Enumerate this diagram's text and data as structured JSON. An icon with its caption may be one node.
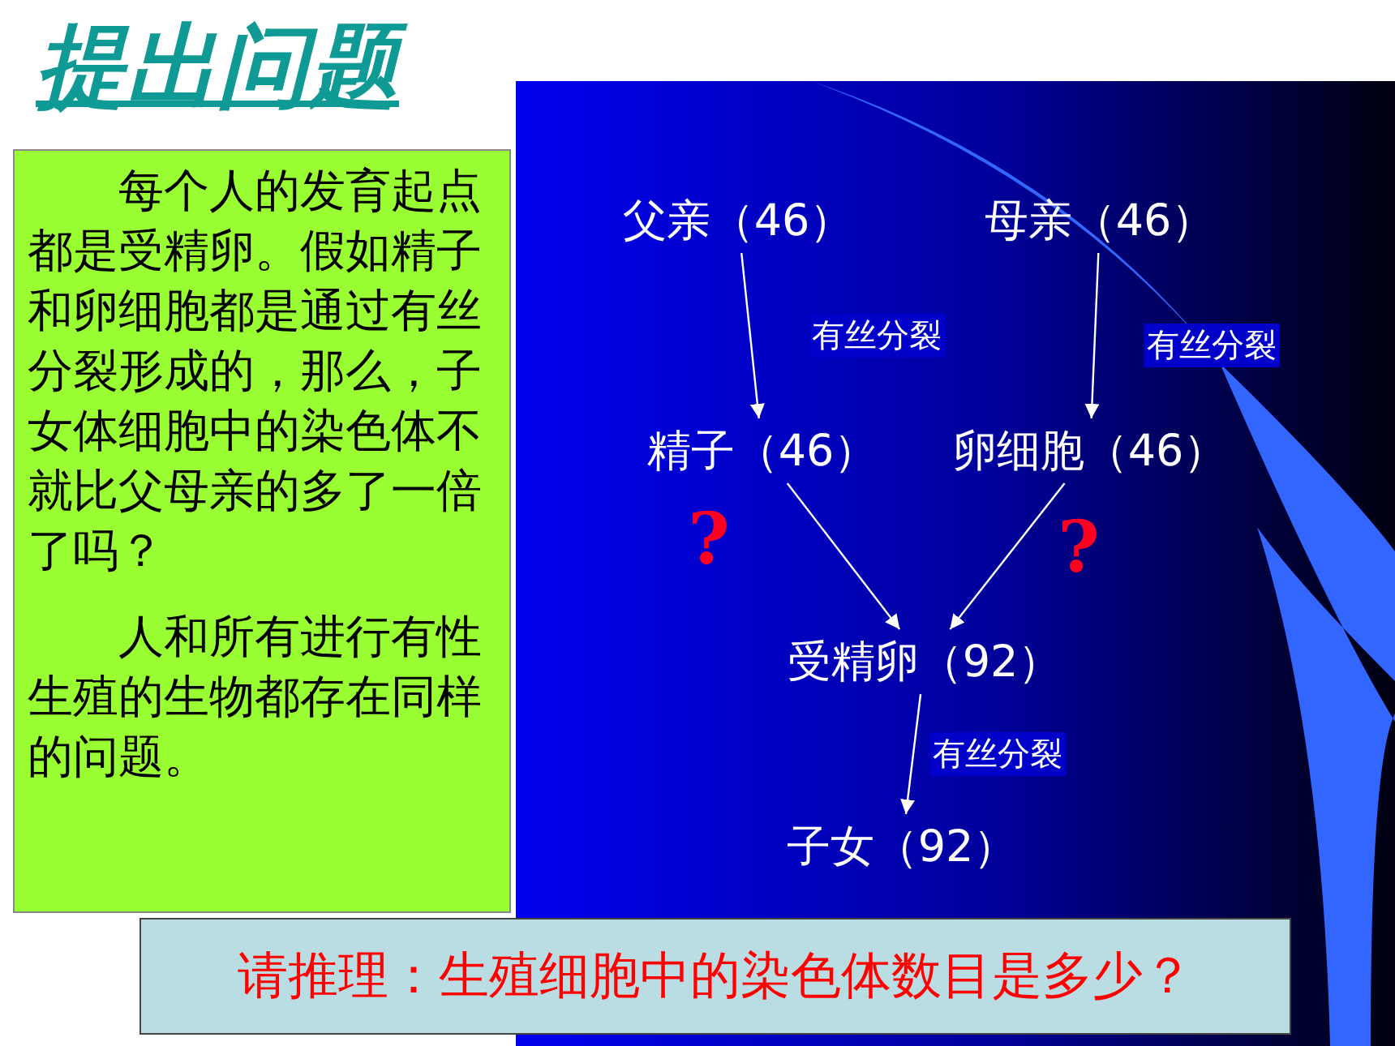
{
  "diagram": {
    "title": "提出问题",
    "nodes": [
      {
        "text": [
          "父亲（46）"
        ]
      },
      {
        "text": [
          "母亲（46）"
        ]
      },
      {
        "text": [
          "精子（46）"
        ]
      },
      {
        "text": [
          "卵细胞（46）"
        ]
      },
      {
        "text": [
          "受精卵（92）"
        ]
      },
      {
        "text": [
          "子女（92）"
        ]
      },
      {
        "text": [
          "每个人的发育起点都是受精卵。假如精子和卵细胞都是通过有丝分裂形成的，那么，子女体细胞中的染色体不就比父母亲的多了一倍了吗？",
          "人和所有进行有性生殖的生物都存在同样的问题。"
        ]
      },
      {
        "text": [
          "请推理：生殖细胞中的染色体数目是多少？"
        ]
      }
    ],
    "edges": [
      {
        "from": 0,
        "to": 2,
        "arrow": "to",
        "label": "有丝分裂"
      },
      {
        "from": 1,
        "to": 3,
        "arrow": "to",
        "label": "有丝分裂"
      },
      {
        "from": 2,
        "to": 4,
        "arrow": "to"
      },
      {
        "from": 3,
        "to": 4,
        "arrow": "to"
      },
      {
        "from": 4,
        "to": 5,
        "arrow": "to",
        "label": "有丝分裂"
      }
    ],
    "labels": [
      "?",
      "?"
    ]
  }
}
